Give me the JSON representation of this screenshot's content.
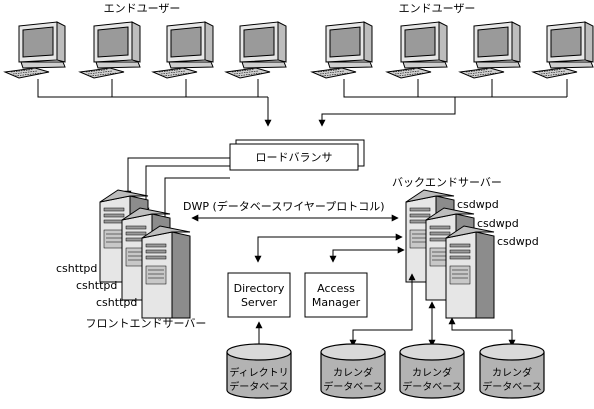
{
  "end_user_groups": [
    {
      "label": "エンドユーザー",
      "workstation_count": 4
    },
    {
      "label": "エンドユーザー",
      "workstation_count": 4
    }
  ],
  "load_balancer": {
    "label": "ロードバランサ"
  },
  "dwp_label": "DWP (データベースワイヤープロトコル)",
  "frontend": {
    "title": "フロントエンドサーバー",
    "process_labels": [
      "cshttpd",
      "cshttpd",
      "cshttpd"
    ]
  },
  "backend": {
    "title": "バックエンドサーバー",
    "process_labels": [
      "csdwpd",
      "csdwpd",
      "csdwpd"
    ]
  },
  "directory_server": {
    "lines": [
      "Directory",
      "Server"
    ]
  },
  "access_manager": {
    "lines": [
      "Access",
      "Manager"
    ]
  },
  "databases": [
    {
      "lines": [
        "ディレクトリ",
        "データベース"
      ]
    },
    {
      "lines": [
        "カレンダ",
        "データベース"
      ]
    },
    {
      "lines": [
        "カレンダ",
        "データベース"
      ]
    },
    {
      "lines": [
        "カレンダ",
        "データベース"
      ]
    }
  ],
  "colors": {
    "stroke": "#000000",
    "monitor_screen": "#9a9a9a",
    "server_light": "#e6e6e6",
    "server_mid": "#bdbdbd",
    "server_dark": "#8c8c8c",
    "db_fill": "#b3b3b3",
    "db_top": "#d9d9d9"
  }
}
